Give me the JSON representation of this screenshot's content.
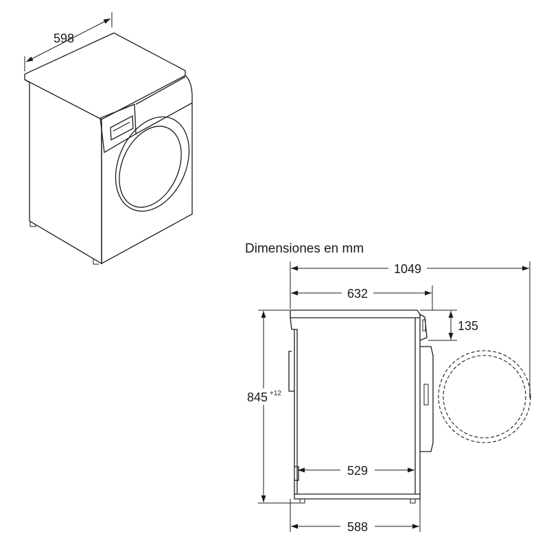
{
  "title": "Dimensiones en mm",
  "isometric_view": {
    "width_label": "598"
  },
  "side_view": {
    "total_depth_label": "1049",
    "body_depth_label": "632",
    "panel_height_label": "135",
    "height_label": "845",
    "height_tolerance_label": "+12",
    "inner_depth_label": "529",
    "base_depth_label": "588"
  }
}
